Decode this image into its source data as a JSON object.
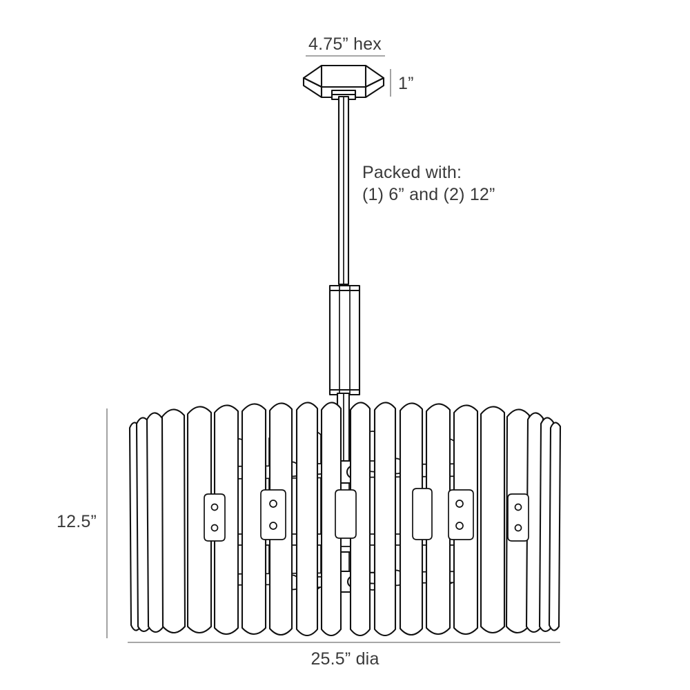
{
  "drawing": {
    "title": "Chandelier dimension specification drawing",
    "background_color": "#ffffff",
    "line_color": "#111111",
    "dimension_line_color": "#8a8a8a",
    "text_color": "#3a3a3a"
  },
  "annotations": {
    "hex_canopy_label": "4.75” hex",
    "canopy_height_label": "1”",
    "packed_with_line1": "Packed with:",
    "packed_with_line2": "(1) 6” and (2) 12”",
    "fixture_height_label": "12.5”",
    "fixture_diameter_label": "25.5” dia"
  },
  "measurements": {
    "canopy_width": "4.75” hex",
    "canopy_height": "1”",
    "shade_height": "12.5”",
    "shade_diameter": "25.5” dia",
    "downrods_included": [
      "(1) 6”",
      "(2) 12”"
    ]
  },
  "parts": {
    "canopy": "hex-canopy",
    "downrod": "downrod-tube",
    "body": "hex-body-coupler",
    "stem": "center-stem",
    "shade": "slatted-drum-shade",
    "hub": "center-socket-hub"
  }
}
